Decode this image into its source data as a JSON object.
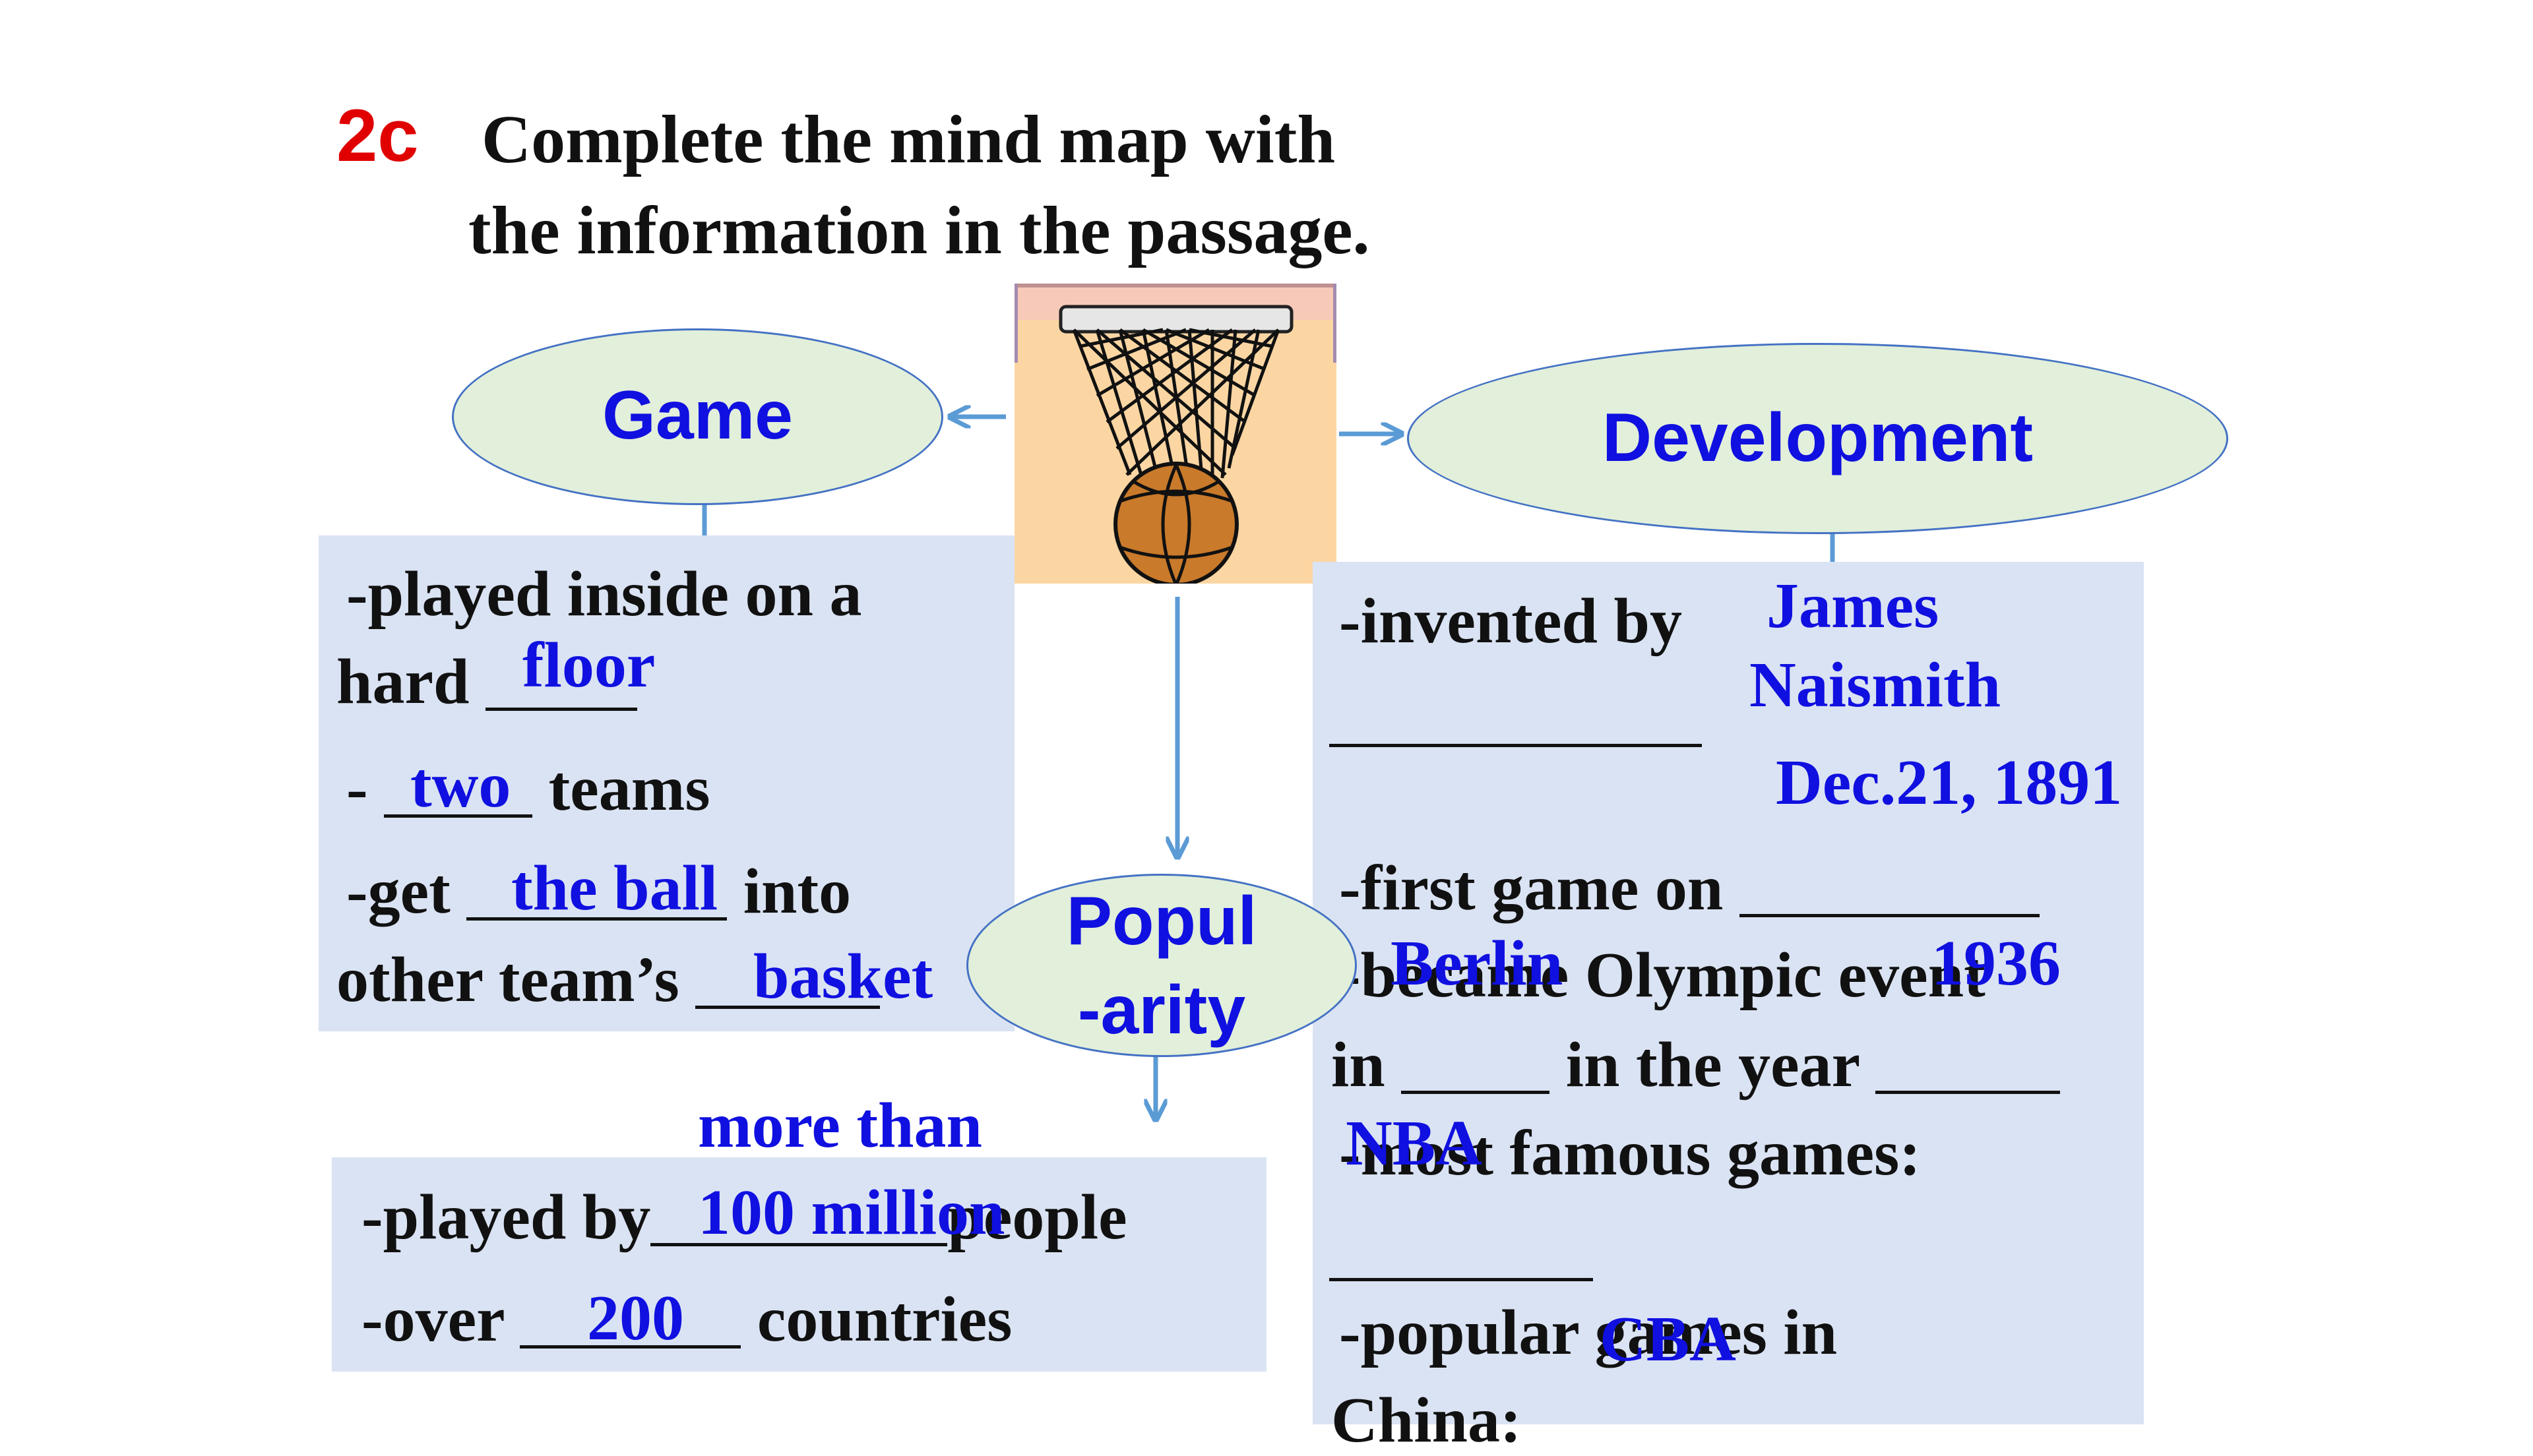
{
  "header": {
    "label": "2c",
    "instruction_line1": "Complete the mind map with",
    "instruction_line2": "the information in the passage."
  },
  "ovals": {
    "game": "Game",
    "development": "Development",
    "popularity_line1": "Popul",
    "popularity_line2": "-arity"
  },
  "game_box": {
    "line1": "played inside on a",
    "line2_prefix": "hard",
    "line3_suffix": "teams",
    "line4_prefix": "get",
    "line4_suffix": "into",
    "line5_prefix": "other team’s",
    "answers": {
      "floor": "floor",
      "two": "two",
      "ball": "the ball",
      "basket": "basket"
    }
  },
  "popularity_box": {
    "line1_prefix": "played by",
    "line1_suffix": "people",
    "line2_prefix": "over",
    "line2_suffix": "countries",
    "answers": {
      "more_than": "more than",
      "million": "100 million",
      "count": "200"
    }
  },
  "development_box": {
    "line1": "invented by",
    "line2": "first game on",
    "line3": "became Olympic event",
    "line4_prefix": "in",
    "line4_mid": "in the year",
    "line5": "most famous games:",
    "line6": "popular games in",
    "line7": "China:",
    "answers": {
      "inventor_first": "James",
      "inventor_last": "Naismith",
      "date": "Dec.21, 1891",
      "city": "Berlin",
      "year": "1936",
      "famous": "NBA",
      "china": "CBA"
    }
  },
  "colors": {
    "label_red": "#e00000",
    "answer_blue": "#1010e0",
    "oval_fill": "#e2efda",
    "box_fill": "#dae3f3",
    "arrow": "#5b9bd5"
  }
}
